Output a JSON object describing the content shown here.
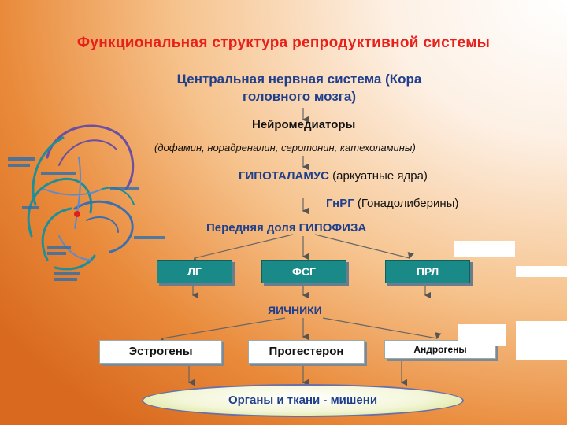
{
  "title": "Функциональная  структура  репродуктивной  системы",
  "cns": "Центральная нервная система (Кора головного мозга)",
  "neuro": {
    "label": "Нейромедиаторы",
    "list": "(дофамин, норадреналин, серотонин, катехоламины)"
  },
  "hypothalamus": {
    "name": "ГИПОТАЛАМУС",
    "detail": " (аркуатные ядра)"
  },
  "gnrg": {
    "name": "ГнРГ",
    "detail": " (Гонадолиберины)"
  },
  "pituitary": "Передняя доля ГИПОФИЗА",
  "hormones": [
    "ЛГ",
    "ФСГ",
    "ПРЛ"
  ],
  "ovaries": "ЯИЧНИКИ",
  "steroids": [
    "Эстрогены",
    "Прогестерон",
    "Андрогены"
  ],
  "targets": "Органы и ткани - мишени",
  "colors": {
    "title": "#e8201a",
    "text_blue": "#1f3f8c",
    "box_teal": "#1a8a88"
  }
}
